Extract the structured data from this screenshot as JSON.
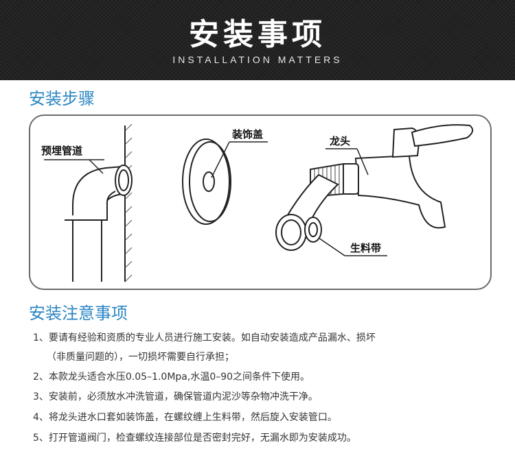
{
  "banner": {
    "title": "安装事项",
    "subtitle": "INSTALLATION MATTERS"
  },
  "steps": {
    "title": "安装步骤",
    "labels": {
      "pipe": "预埋管道",
      "cover": "装饰盖",
      "faucet": "龙头",
      "tape": "生料带"
    }
  },
  "notes": {
    "title": "安装注意事项",
    "items": [
      "1、要请有经验和资质的专业人员进行施工安装。如自动安装造成产品漏水、损坏",
      "（非质量问题的），一切损坏需要自行承担；",
      "2、本款龙头适合水压0.05–1.0Mpa,水温0–90之间条件下使用。",
      "3、安装前，必须放水冲洗管道，确保管道内泥沙等杂物冲洗干净。",
      "4、将龙头进水口套如装饰盖，在螺纹缠上生料带，然后旋入安装管口。",
      "5、打开管道阀门，检查螺纹连接部位是否密封完好，无漏水即为安装成功。"
    ]
  },
  "colors": {
    "banner_bg": "#1e1e1e",
    "section_title": "#2a86c4",
    "body_text": "#333333"
  }
}
